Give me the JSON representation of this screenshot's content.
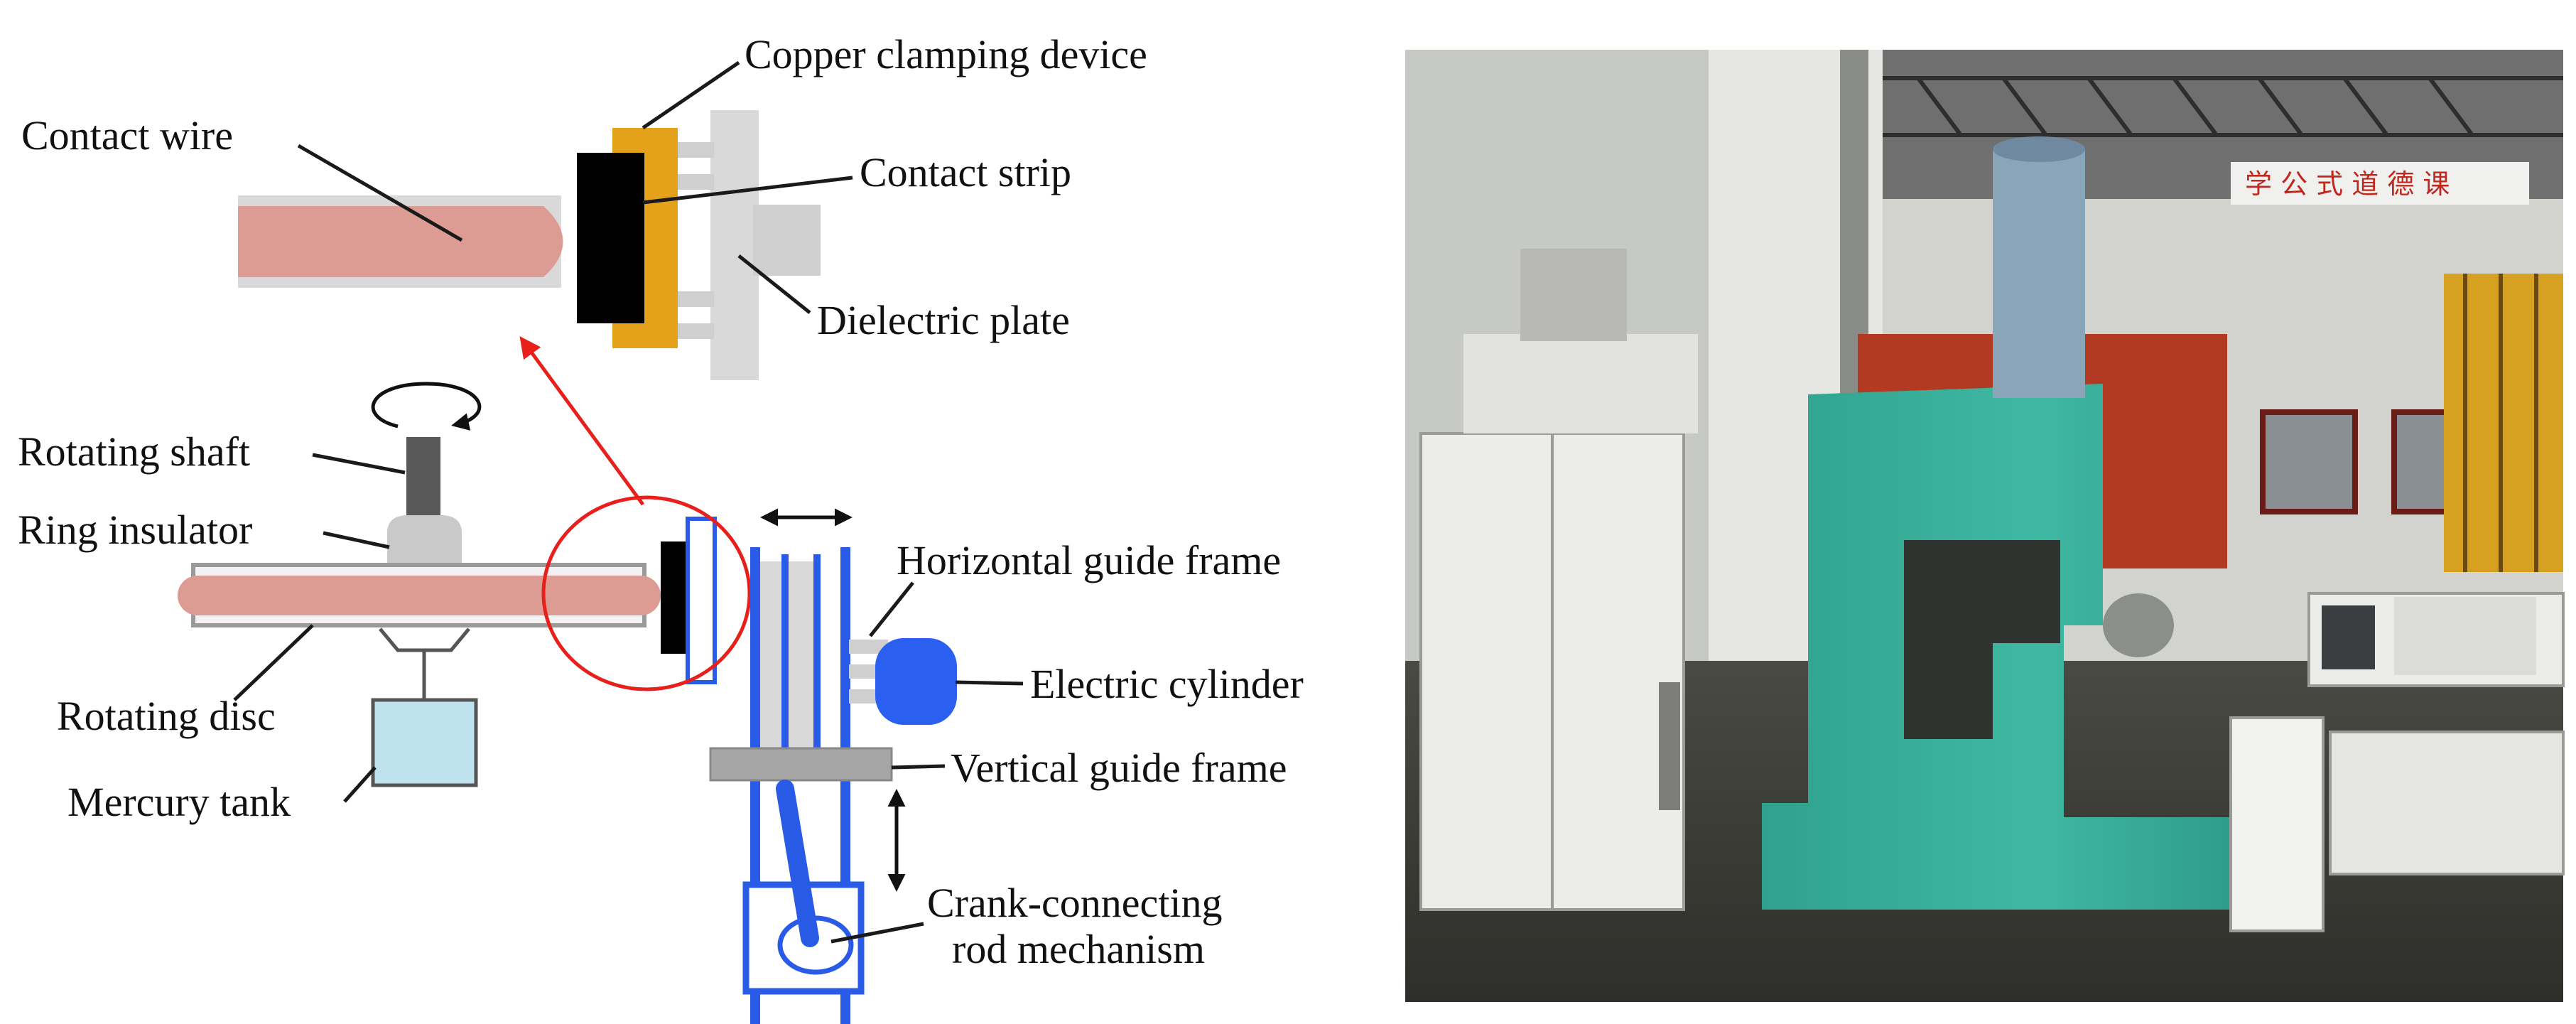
{
  "labels": {
    "contact_wire": "Contact wire",
    "copper_clamping_device": "Copper clamping device",
    "contact_strip": "Contact strip",
    "dielectric_plate": "Dielectric plate",
    "rotating_shaft": "Rotating shaft",
    "ring_insulator": "Ring insulator",
    "rotating_disc": "Rotating disc",
    "mercury_tank": "Mercury tank",
    "horizontal_guide_frame": "Horizontal guide frame",
    "electric_cylinder": "Electric cylinder",
    "vertical_guide_frame": "Vertical guide frame",
    "crank_connecting_line1": "Crank-connecting",
    "crank_connecting_line2": "rod mechanism"
  },
  "colors": {
    "contact_wire": "#dc9b93",
    "copper_clamp": "#e3a21a",
    "contact_strip": "#000000",
    "dielectric": "#d9d9d9",
    "blue_frame": "#2a5be6",
    "electric_cylinder": "#2b5ff0",
    "mercury": "#bfe3ee",
    "highlight_circle": "#e8201c"
  },
  "photo": {
    "banner_text": "学 公 式 道 德 课"
  }
}
